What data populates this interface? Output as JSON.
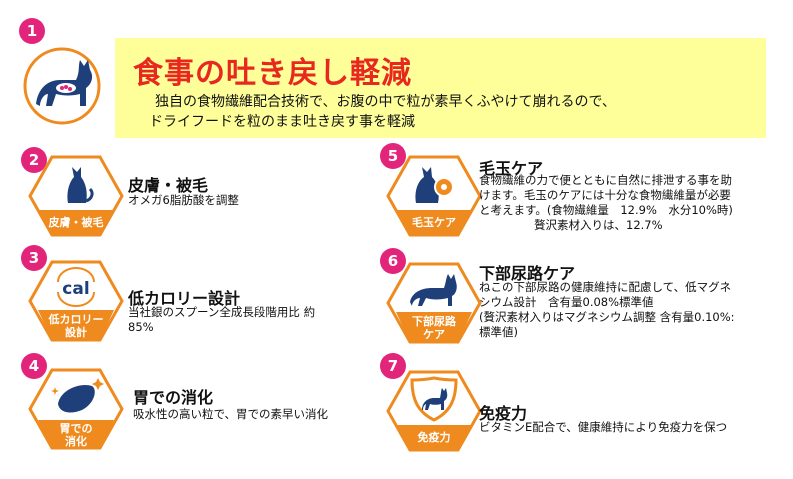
{
  "colors": {
    "number_badge": "#e3247b",
    "hex_orange": "#ef8a1e",
    "navy": "#1f3f7a",
    "banner_bg": "#ffff9a",
    "title_red": "#e8281e"
  },
  "feature1": {
    "number": "1",
    "title": "食事の吐き戻し軽減",
    "desc_line1": "独自の食物繊維配合技術で、お腹の中で粒が素早くふやけて崩れるので、",
    "desc_line2": "ドライフードを粒のまま吐き戻す事を軽減",
    "icon": "cat-stomach-icon"
  },
  "feature2": {
    "number": "2",
    "hex_label": "皮膚・被毛",
    "title": "皮膚・被毛",
    "desc": "オメガ6脂肪酸を調整",
    "icon": "cat-sitting-icon"
  },
  "feature3": {
    "number": "3",
    "hex_label_line1": "低カロリー",
    "hex_label_line2": "設計",
    "icon_text": "cal",
    "title": "低カロリー設計",
    "desc_line1": "当社銀のスプーン全成長段階用比 約",
    "desc_line2": "85%"
  },
  "feature4": {
    "number": "4",
    "hex_label_line1": "胃での",
    "hex_label_line2": "消化",
    "title": "胃での消化",
    "desc": "吸水性の高い粒で、胃での素早い消化",
    "icon": "kibble-icon"
  },
  "feature5": {
    "number": "5",
    "hex_label": "毛玉ケア",
    "title": "毛玉ケア",
    "desc_line1": "食物繊維の力で便とともに自然に排泄する事を助",
    "desc_line2": "けます。毛玉のケアには十分な食物繊維量が必要",
    "desc_line3": "と考えます。(食物繊維量　12.9%　水分10%時)",
    "desc_line4": "贅沢素材入りは、12.7%",
    "icon": "cat-hairball-icon"
  },
  "feature6": {
    "number": "6",
    "hex_label_line1": "下部尿路",
    "hex_label_line2": "ケア",
    "title": "下部尿路ケア",
    "desc_line1": "ねこの下部尿路の健康維持に配慮して、低マグネ",
    "desc_line2": "シウム設計　含有量0.08%標準値",
    "desc_line3": "(贅沢素材入りはマグネシウム調整 含有量0.10%:",
    "desc_line4": "標準値)",
    "icon": "cat-standing-icon"
  },
  "feature7": {
    "number": "7",
    "hex_label": "免疫力",
    "title": "免疫力",
    "desc": "ビタミンE配合で、健康維持により免疫力を保つ",
    "icon": "cat-shield-icon"
  }
}
